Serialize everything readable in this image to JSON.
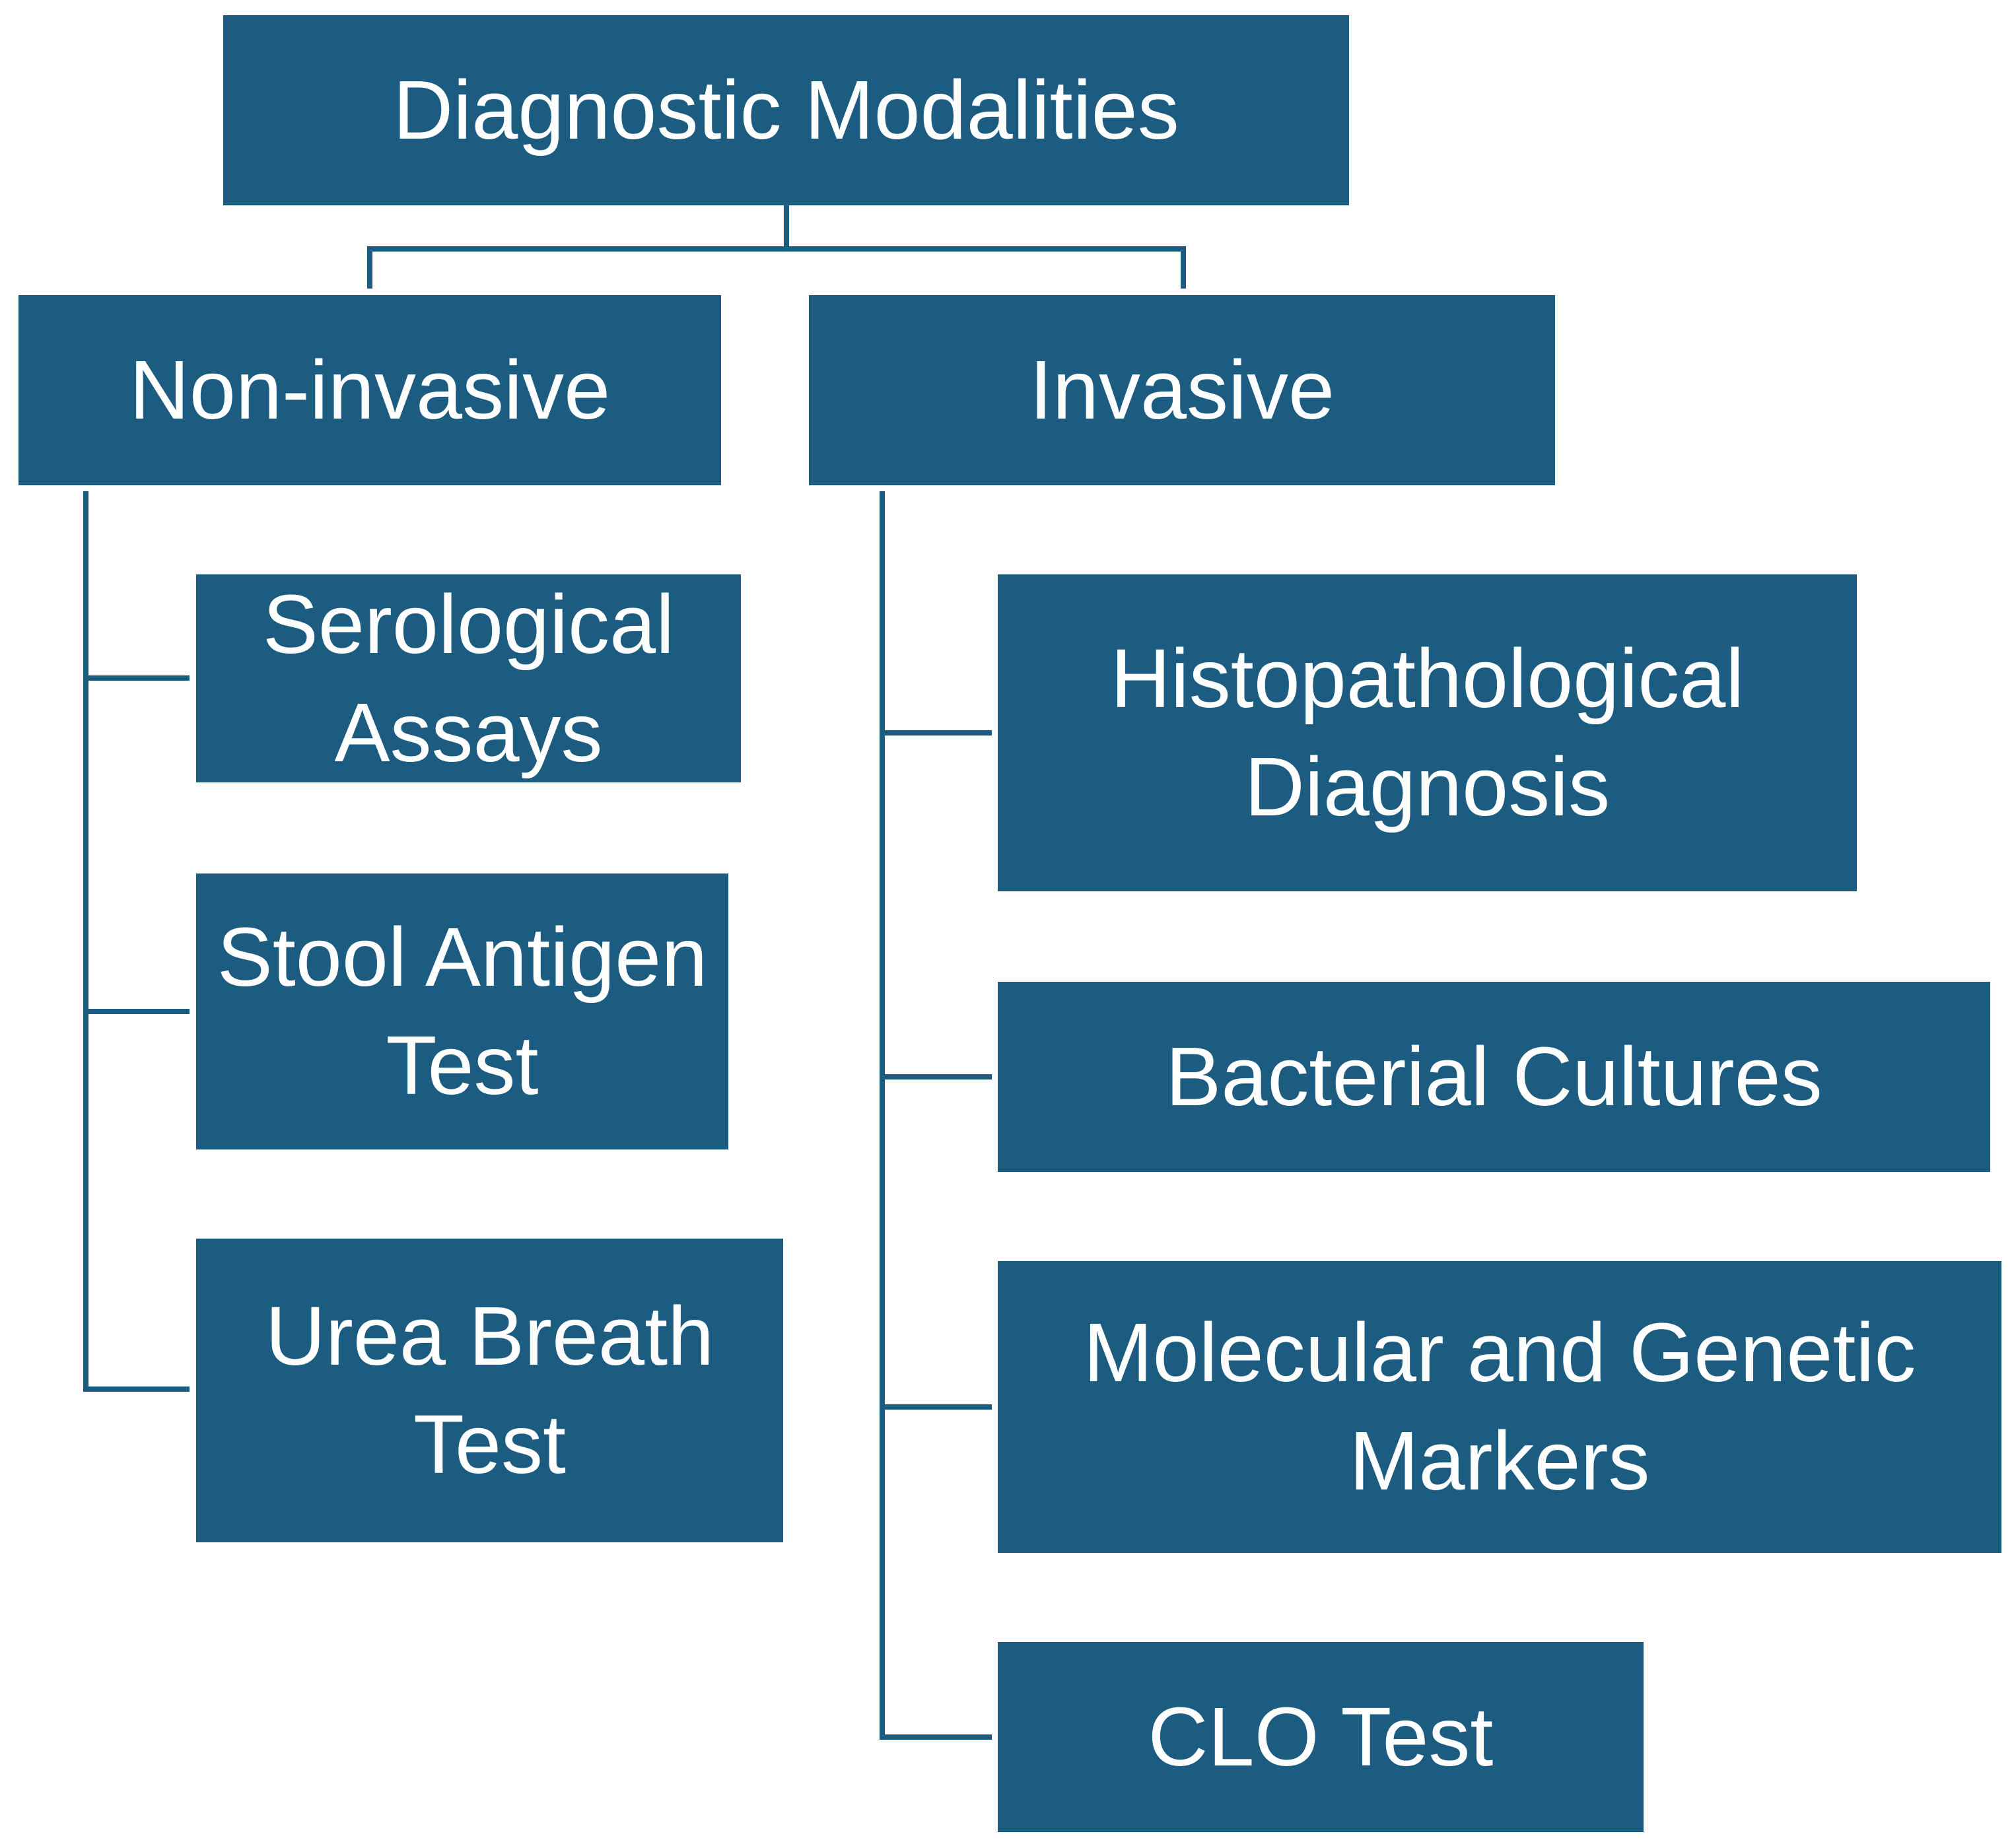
{
  "diagram": {
    "root": "Diagnostic Modalities",
    "categories": [
      {
        "label": "Non-invasive",
        "items": [
          "Serological Assays",
          "Stool Antigen Test",
          "Urea Breath Test"
        ]
      },
      {
        "label": "Invasive",
        "items": [
          "Histopathological Diagnosis",
          "Bacterial Cultures",
          "Molecular and Genetic Markers",
          "CLO Test"
        ]
      }
    ]
  },
  "colors": {
    "box_fill": "#1c5c80",
    "box_text": "#ffffff",
    "connector": "#1c5c80",
    "background": "#ffffff"
  }
}
